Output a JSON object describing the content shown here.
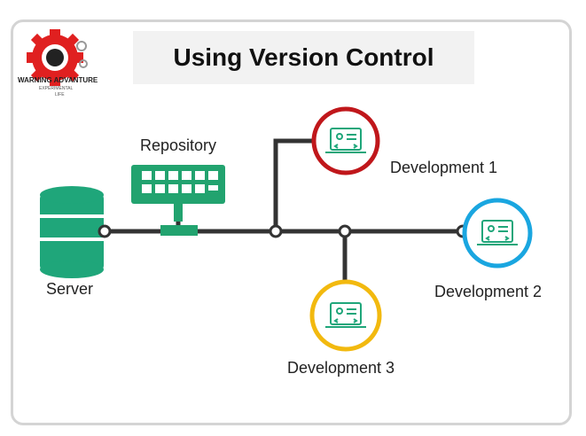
{
  "title": "Using Version Control",
  "logo": {
    "line1": "WARNING ADVANTURE",
    "line2": "EXPERIMENTAL",
    "line3": "LIFE"
  },
  "nodes": {
    "server": "Server",
    "repository": "Repository",
    "dev1": "Development 1",
    "dev2": "Development 2",
    "dev3": "Development 3"
  },
  "colors": {
    "server_green": "#1fa67a",
    "repo_green": "#22a36f",
    "dev1_ring": "#c0171b",
    "dev2_ring": "#1aa6e0",
    "dev3_ring": "#f2b90f",
    "line": "#333333",
    "logo_red": "#e02020"
  },
  "icons": {
    "server": "database-icon",
    "repository": "repository-board-icon",
    "developer": "laptop-code-icon",
    "logo": "gear-icon"
  }
}
